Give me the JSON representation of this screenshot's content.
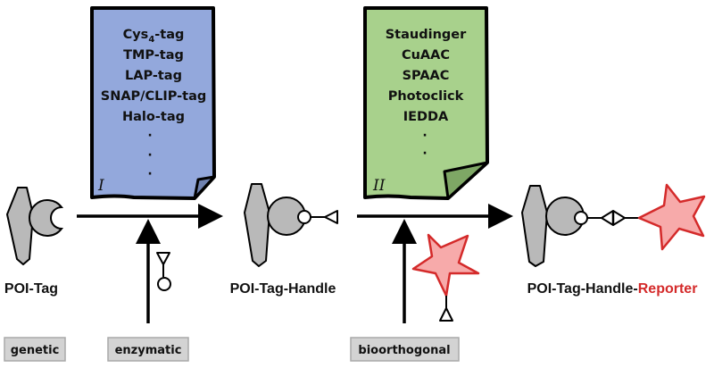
{
  "colors": {
    "doc1_fill": "#93a8dc",
    "doc2_fill": "#a8d18c",
    "protein_fill": "#b9b9b9",
    "reporter_fill": "#f7aaaa",
    "reporter_stroke": "#d42a2a",
    "box_fill": "#d3d3d3",
    "reporter_text": "#d42a2a"
  },
  "doc1": {
    "roman": "I",
    "items": [
      "Cys",
      "TMP-tag",
      "LAP-tag",
      "SNAP/CLIP-tag",
      "Halo-tag"
    ],
    "cys_sub": "4",
    "cys_suffix": "-tag",
    "dots": [
      "·",
      "·",
      "·"
    ]
  },
  "doc2": {
    "roman": "II",
    "items": [
      "Staudinger",
      "CuAAC",
      "SPAAC",
      "Photoclick",
      "IEDDA"
    ],
    "dots": [
      "·",
      "·"
    ]
  },
  "stages": {
    "stage1": "POI-Tag",
    "stage2": "POI-Tag-Handle",
    "stage3_prefix": "POI-Tag-Handle-",
    "stage3_reporter": "Reporter"
  },
  "boxes": {
    "genetic": "genetic",
    "enzymatic": "enzymatic",
    "bioorthogonal": "bioorthogonal"
  }
}
